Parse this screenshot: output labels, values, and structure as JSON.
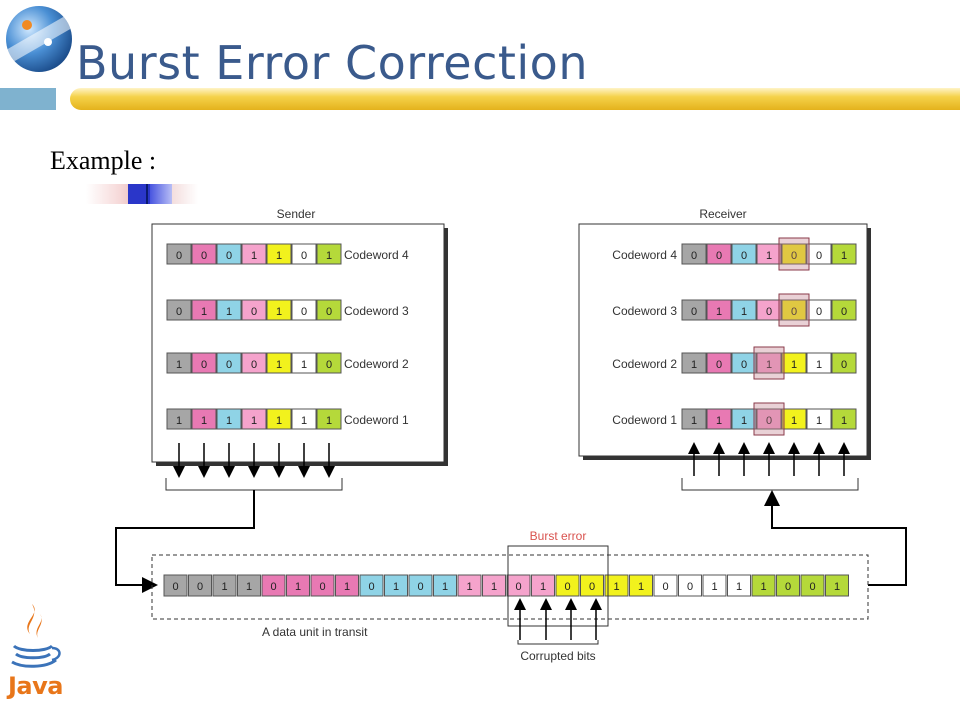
{
  "slide": {
    "title": "Burst Error Correction",
    "example_label": "Example :"
  },
  "diagram": {
    "sender_label": "Sender",
    "receiver_label": "Receiver",
    "burst_label": "Burst error",
    "transit_label": "A data unit in transit",
    "corrupted_label": "Corrupted bits",
    "sender": [
      {
        "name": "Codeword 4",
        "bits": "0001101"
      },
      {
        "name": "Codeword 3",
        "bits": "0110100"
      },
      {
        "name": "Codeword 2",
        "bits": "1000110"
      },
      {
        "name": "Codeword 1",
        "bits": "1111111"
      }
    ],
    "receiver": [
      {
        "name": "Codeword 4",
        "bits": "0001001"
      },
      {
        "name": "Codeword 3",
        "bits": "0110000"
      },
      {
        "name": "Codeword 2",
        "bits": "1001110"
      },
      {
        "name": "Codeword 1",
        "bits": "1110111"
      }
    ],
    "transit_bits": "0011010101011101001100111001",
    "colors": {
      "col0": "#a6a6a6",
      "col1": "#e879b3",
      "col2": "#8fd3e6",
      "col3": "#f5a3cc",
      "col4": "#f2f21d",
      "col5": "#ffffff",
      "col6": "#b5d93a",
      "highlight": "#c07a8a",
      "title": "#3a5a8c"
    }
  },
  "footer": {
    "java_text": "Java"
  }
}
